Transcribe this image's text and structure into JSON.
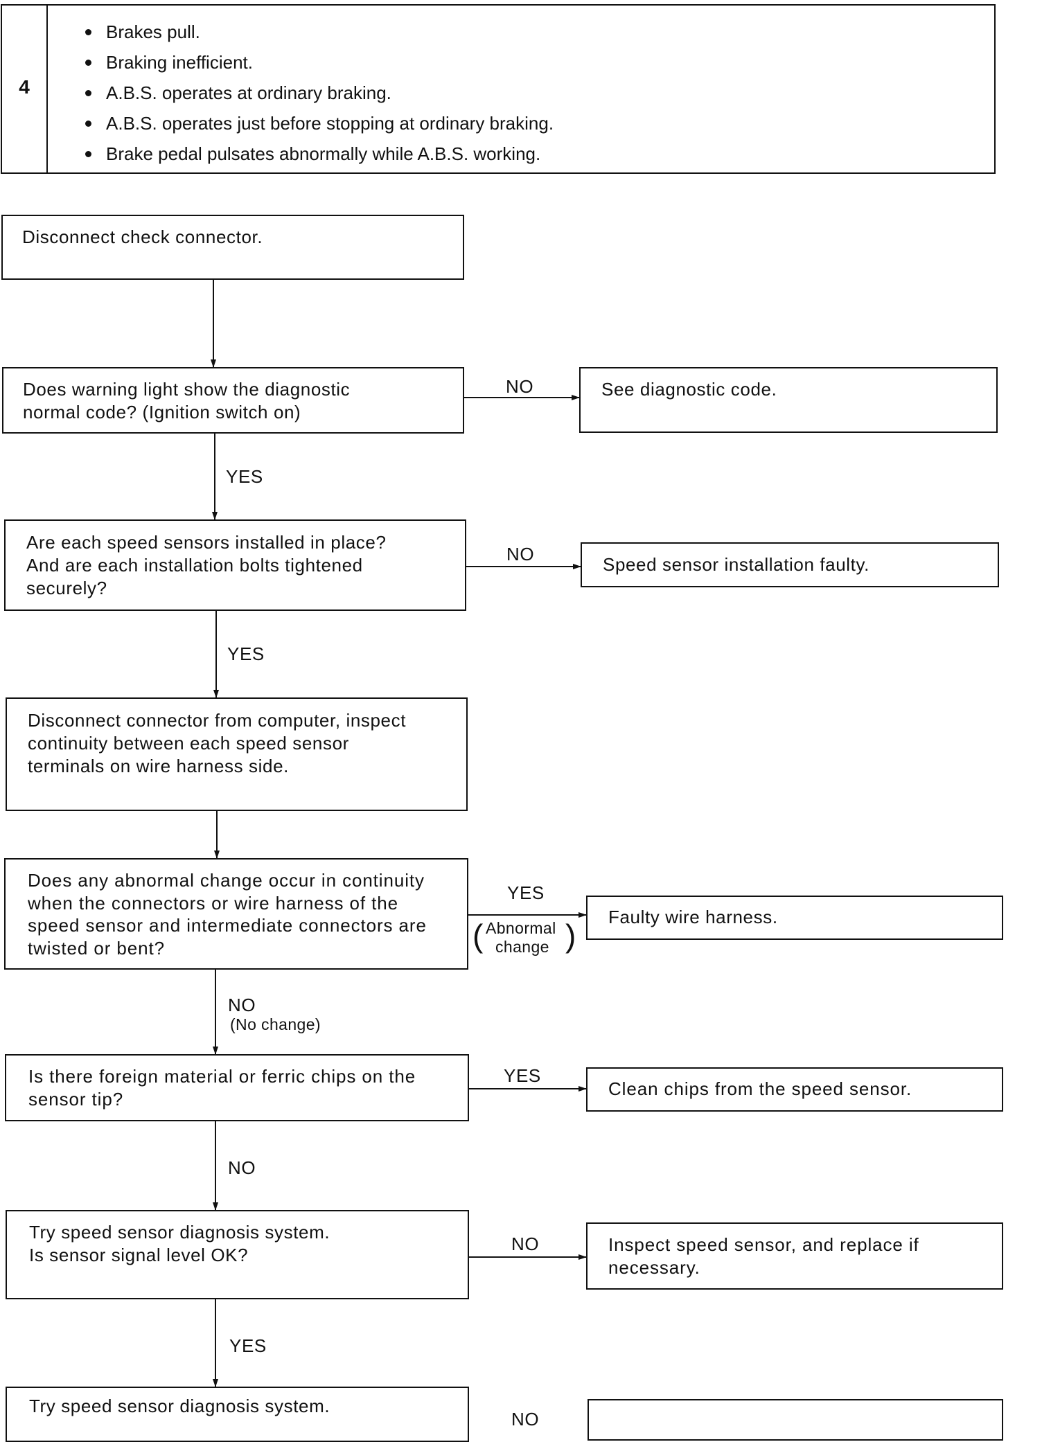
{
  "symptoms": {
    "number": "4",
    "items": [
      "Brakes pull.",
      "Braking inefficient.",
      "A.B.S. operates at ordinary braking.",
      "A.B.S. operates just before stopping at ordinary braking.",
      "Brake pedal pulsates abnormally while A.B.S. working."
    ]
  },
  "flow": {
    "step1": "Disconnect check connector.",
    "q1": "Does warning light show the diagnostic\nnormal code? (Ignition switch on)",
    "q1_no": "NO",
    "q1_no_result": "See diagnostic code.",
    "q1_yes": "YES",
    "q2": "Are each speed sensors installed in place?\nAnd are each installation bolts tightened\nsecurely?",
    "q2_no": "NO",
    "q2_no_result": "Speed sensor installation faulty.",
    "q2_yes": "YES",
    "step2": "Disconnect connector from computer, inspect\ncontinuity between each speed sensor\nterminals on wire harness side.",
    "q3": "Does any abnormal change occur in continuity\nwhen the connectors or wire harness of the\nspeed sensor and intermediate connectors are\ntwisted or bent?",
    "q3_yes": "YES",
    "q3_yes_note_1": "Abnormal",
    "q3_yes_note_2": "change",
    "q3_yes_result": "Faulty wire harness.",
    "q3_no": "NO",
    "q3_no_note": "(No change)",
    "q4": "Is there foreign material or ferric chips on the\nsensor tip?",
    "q4_yes": "YES",
    "q4_yes_result": "Clean chips from the speed sensor.",
    "q4_no": "NO",
    "q5": "Try speed sensor diagnosis system.\nIs sensor signal level OK?",
    "q5_no": "NO",
    "q5_no_result": "Inspect speed sensor, and replace if\nnecessary.",
    "q5_yes": "YES",
    "q6": "Try speed sensor diagnosis system.",
    "q6_no": "NO"
  }
}
